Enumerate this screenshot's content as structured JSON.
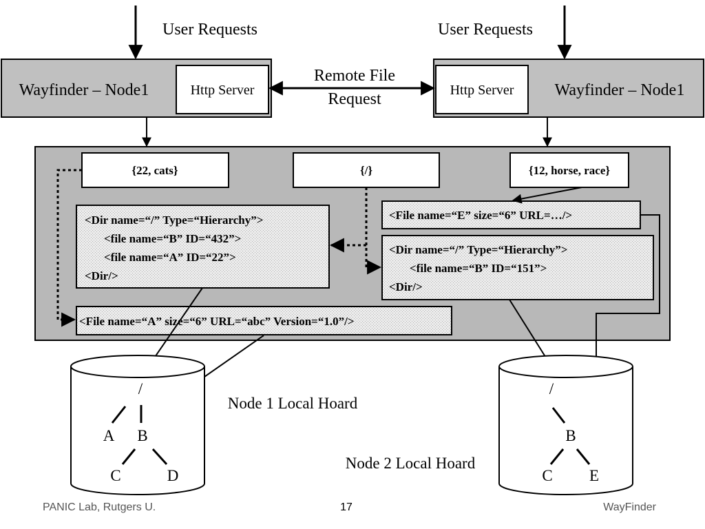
{
  "top": {
    "left_requests_label": "User Requests",
    "right_requests_label": "User Requests",
    "remote_request_line1": "Remote File",
    "remote_request_line2": "Request"
  },
  "nodes": {
    "left": {
      "title": "Wayfinder – Node1",
      "server": "Http Server"
    },
    "right": {
      "title": "Wayfinder – Node1",
      "server": "Http Server"
    }
  },
  "shared_store": {
    "query_boxes": [
      "{22, cats}",
      "{/}",
      "{12, horse, race}"
    ],
    "left_dir": [
      "<Dir name=“/” Type=“Hierarchy”>",
      "<file name=“B” ID=“432”>",
      "<file name=“A” ID=“22”>",
      "<Dir/>"
    ],
    "left_file": "<File name=“A” size=“6” URL=“abc” Version=“1.0”/>",
    "right_file": "<File name=“E” size=“6” URL=…/>",
    "right_dir": [
      "<Dir name=“/” Type=“Hierarchy”>",
      "<file name=“B” ID=“151”>",
      "<Dir/>"
    ]
  },
  "hoards": {
    "left": {
      "label": "Node 1 Local Hoard",
      "tree": {
        "root": "/",
        "a": "A",
        "b": "B",
        "c": "C",
        "d": "D"
      }
    },
    "right": {
      "label": "Node 2 Local Hoard",
      "tree": {
        "root": "/",
        "b": "B",
        "c": "C",
        "e": "E"
      }
    }
  },
  "footer": {
    "left": "PANIC Lab, Rutgers U.",
    "page_number": "17",
    "right": "WayFinder"
  },
  "colors": {
    "node_fill": "#c0c0c0",
    "store_fill": "#b8b8b8",
    "box_fill": "#ffffff",
    "xml_fill": "#e6e6e6",
    "stroke": "#000000"
  }
}
